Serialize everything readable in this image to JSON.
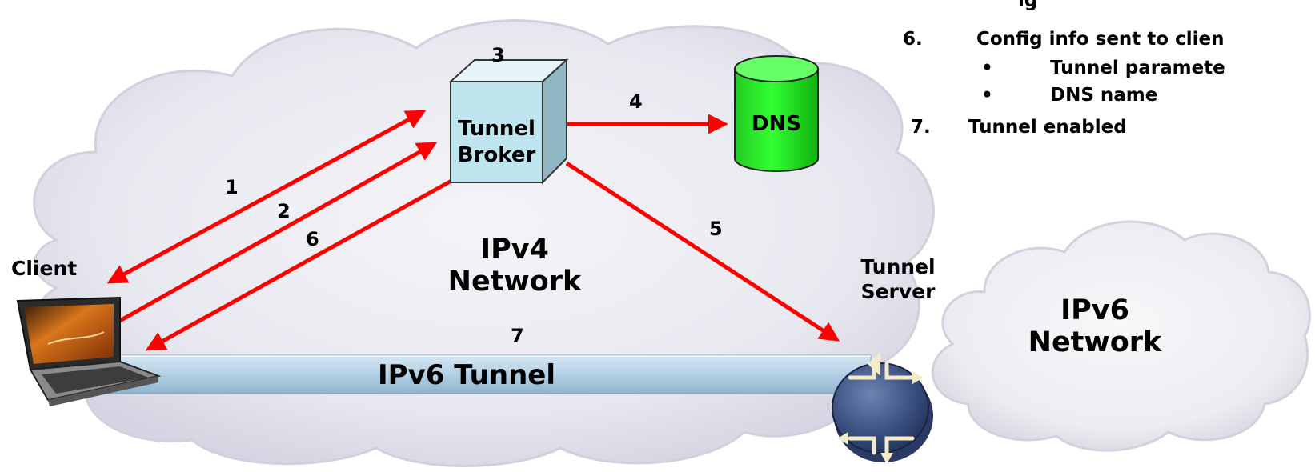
{
  "legend": {
    "top_partial": "ig",
    "step6_num": "6.",
    "step6_text": "Config info sent to clien",
    "bullet1": "Tunnel paramete",
    "bullet2": "DNS name",
    "bullet_glyph": "•",
    "step7_num": "7.",
    "step7_text": "Tunnel enabled"
  },
  "networks": {
    "ipv4_line1": "IPv4",
    "ipv4_line2": "Network",
    "ipv6_line1": "IPv6",
    "ipv6_line2": "Network"
  },
  "nodes": {
    "client": "Client",
    "broker_line1": "Tunnel",
    "broker_line2": "Broker",
    "dns": "DNS",
    "server_line1": "Tunnel",
    "server_line2": "Server"
  },
  "tunnel_label": "IPv6 Tunnel",
  "steps": [
    "1",
    "2",
    "3",
    "4",
    "5",
    "6",
    "7"
  ],
  "colors": {
    "arrow": "#ff0000",
    "dns_fill": "#00ff00",
    "broker_fill": "#bfe6ee",
    "tunnel_fill": "#b6d3e6",
    "router_fill": "#3a4f7f",
    "cloud_fill": "#ececf4"
  }
}
